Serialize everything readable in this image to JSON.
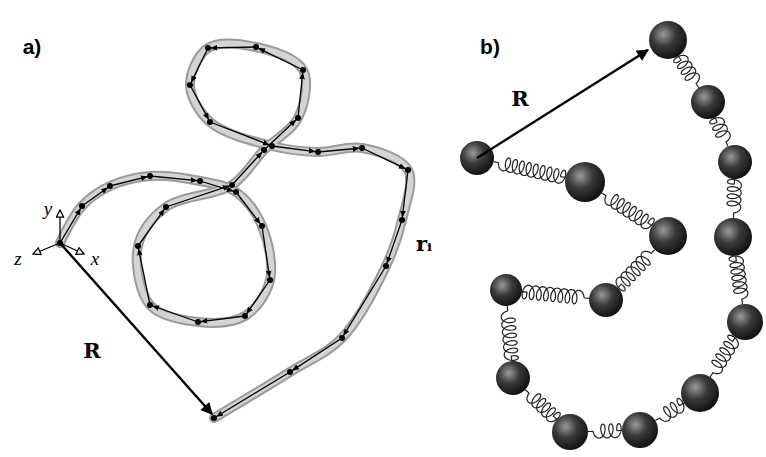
{
  "diagram": {
    "labels": [
      "a)",
      "b)",
      "y",
      "z",
      "x",
      "R",
      "rᵢ",
      "R"
    ]
  }
}
